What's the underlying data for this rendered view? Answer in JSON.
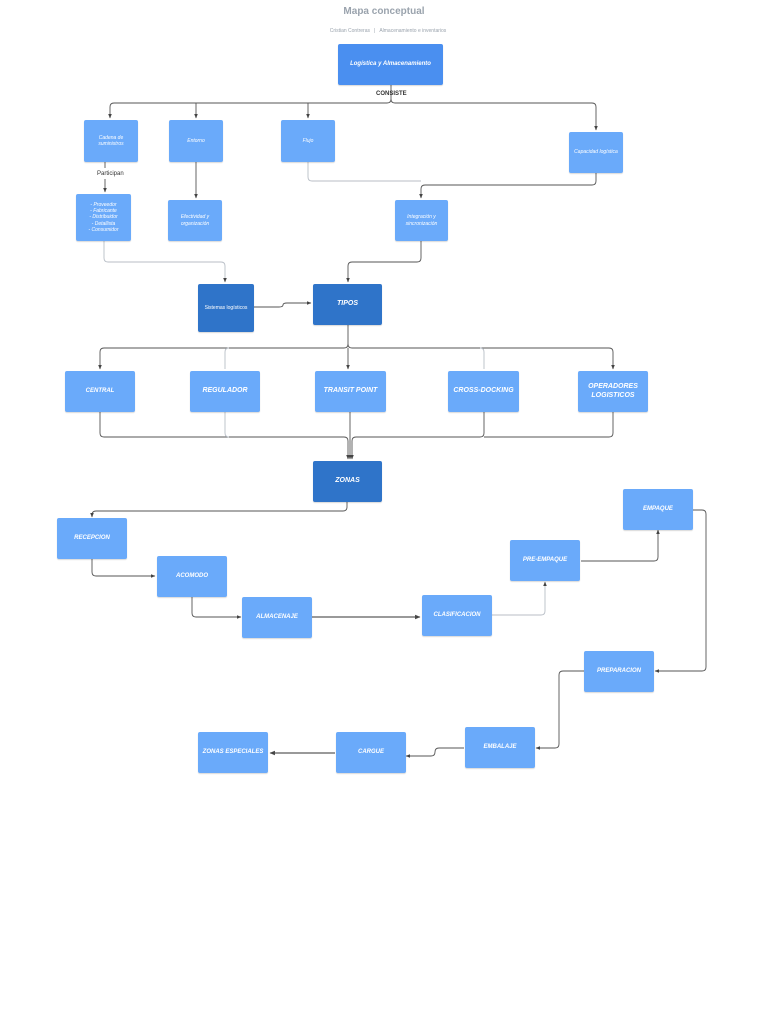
{
  "header": {
    "title": "Mapa conceptual",
    "author": "Cristian Contreras",
    "topic": "Almacenamiento e inventarios"
  },
  "nodes": {
    "root": "Logística y Almacenamiento",
    "cadena": "Cadena de suministros",
    "entorno": "Entorno",
    "flujo": "Flujo",
    "capacidad": "Capacidad logística",
    "participantes": "- Proveedor\n- Fabricante\n- Distribuidor\n- Detallista\n- Consumidor",
    "efectividad": "Efectividad y organización",
    "integracion": "Integración y sincronización",
    "sistemas": "Sistemas logísticos",
    "tipos": "TIPOS",
    "central": "CENTRAL",
    "regulador": "REGULADOR",
    "transit": "TRANSIT POINT",
    "cross": "CROSS-DOCKING",
    "operadores": "OPERADORES LOGISTICOS",
    "zonas": "ZONAS",
    "recepcion": "RECEPCION",
    "acomodo": "ACOMODO",
    "almacenaje": "ALMACENAJE",
    "clasificacion": "CLASIFICACION",
    "preempaque": "PRE-EMPAQUE",
    "empaque": "EMPAQUE",
    "preparacion": "PREPARACION",
    "embalaje": "EMBALAJE",
    "cargue": "CARGUE",
    "zonas_especiales": "ZONAS ESPECIALES"
  },
  "edge_labels": {
    "consiste": "CONSISTE",
    "participan": "Participan"
  },
  "colors": {
    "node_light": "#6aaafa",
    "node_mid": "#4a8ff0",
    "node_dark": "#2f74c9",
    "connector": "#555555",
    "connector_light": "#b8bec6",
    "title": "#9aa3ad"
  }
}
